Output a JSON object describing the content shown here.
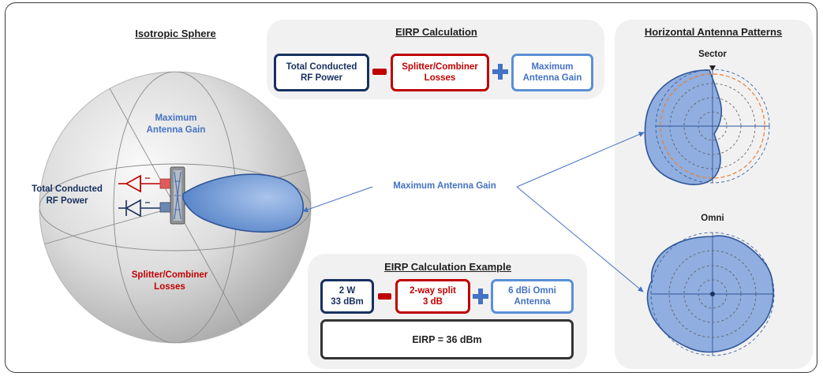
{
  "colors": {
    "navy": "#17305f",
    "red": "#c00000",
    "blue": "#4472c4",
    "orange": "#ed7d31"
  },
  "sphere": {
    "heading": "Isotropic Sphere",
    "max_gain_label": "Maximum\nAntenna Gain",
    "conducted_label": "Total Conducted\nRF Power",
    "losses_label": "Splitter/Combiner\nLosses"
  },
  "eirp": {
    "heading": "EIRP Calculation",
    "term1": "Total Conducted\nRF Power",
    "term2": "Splitter/Combiner\nLosses",
    "term3": "Maximum\nAntenna Gain"
  },
  "center_label": "Maximum Antenna Gain",
  "example": {
    "heading": "EIRP Calculation Example",
    "term1": "2 W\n33 dBm",
    "term2": "2-way split\n3 dB",
    "term3": "6 dBi Omni\nAntenna",
    "result": "EIRP = 36 dBm"
  },
  "patterns": {
    "heading": "Horizontal Antenna Patterns",
    "sector_label": "Sector",
    "omni_label": "Omni"
  }
}
